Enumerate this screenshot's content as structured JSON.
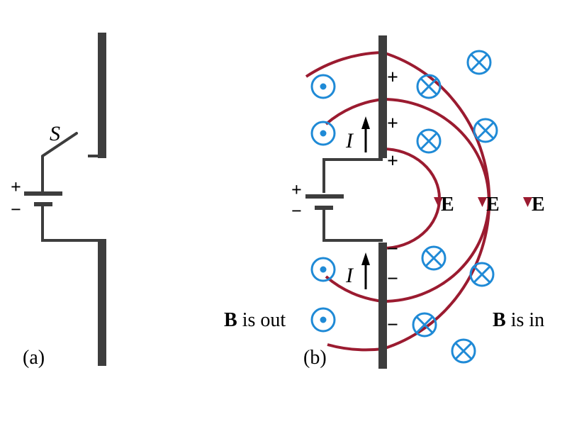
{
  "colors": {
    "wire": "#3d3d3d",
    "field": "#9b1b30",
    "symbol": "#1f8ad6",
    "text": "#000000"
  },
  "panel_a": {
    "caption": "(a)",
    "switch_label": "S",
    "battery_plus": "+",
    "battery_minus": "−"
  },
  "panel_b": {
    "caption": "(b)",
    "battery_plus": "+",
    "battery_minus": "−",
    "current_label_top": "I",
    "current_label_bottom": "I",
    "plus_charges": [
      "+",
      "+",
      "+"
    ],
    "minus_charges": [
      "−",
      "−",
      "−"
    ],
    "field_labels": [
      "E",
      "E",
      "E"
    ],
    "b_out_bold": "B",
    "b_out_rest": " is out",
    "b_in_bold": "B",
    "b_in_rest": " is in",
    "b_out_symbol": "dot-in-circle-icon",
    "b_in_symbol": "cross-in-circle-icon"
  }
}
